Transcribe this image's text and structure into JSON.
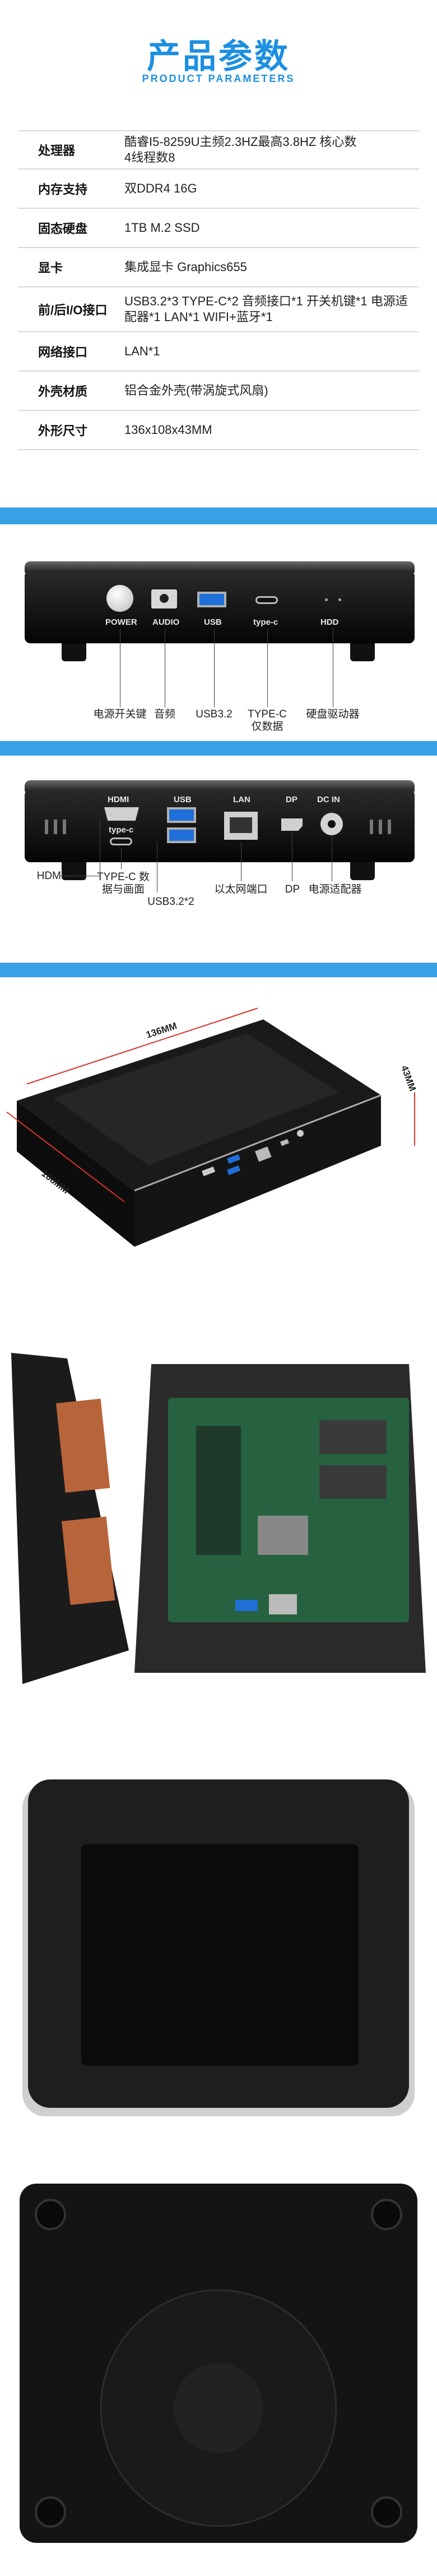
{
  "header": {
    "title": "产品参数",
    "subtitle": "PRODUCT PARAMETERS"
  },
  "specs": [
    {
      "key": "处理器",
      "value": "酷睿I5-8259U主频2.3HZ最高3.8HZ 核心数4线程数8"
    },
    {
      "key": "内存支持",
      "value": "双DDR4 16G"
    },
    {
      "key": "固态硬盘",
      "value": "1TB M.2 SSD"
    },
    {
      "key": "显卡",
      "value": "集成显卡 Graphics655"
    },
    {
      "key": "前/后I/O接口",
      "value": "USB3.2*3 TYPE-C*2 音频接口*1 开关机键*1 电源适配器*1 LAN*1 WIFI+蓝牙*1"
    },
    {
      "key": "网络接口",
      "value": "LAN*1"
    },
    {
      "key": "外壳材质",
      "value": "铝合金外壳(带涡旋式风扇)"
    },
    {
      "key": "外形尺寸",
      "value": "136x108x43MM"
    }
  ],
  "front_view": {
    "port_labels": {
      "power": "POWER",
      "audio": "AUDIO",
      "usb": "USB",
      "typec": "type-c",
      "hdd": "HDD"
    },
    "callouts": {
      "power": "电源开关键",
      "audio": "音频",
      "usb": "USB3.2",
      "typec": "TYPE-C 仅数据",
      "hdd": "硬盘驱动器"
    }
  },
  "back_view": {
    "port_labels": {
      "hdmi": "HDMI",
      "typec": "type-c",
      "usb": "USB",
      "lan": "LAN",
      "dp": "DP",
      "dcin": "DC  IN"
    },
    "callouts": {
      "hdmi": "HDMI",
      "typec": "TYPE-C 数据与画面",
      "usb": "USB3.2*2",
      "lan": "以太网端口",
      "dp": "DP",
      "dcin": "电源适配器"
    }
  },
  "dimensions": {
    "width": "136MM",
    "depth": "108MM",
    "height": "43MM"
  },
  "colors": {
    "accent": "#1c8fe0",
    "band": "#3aa0e6"
  }
}
